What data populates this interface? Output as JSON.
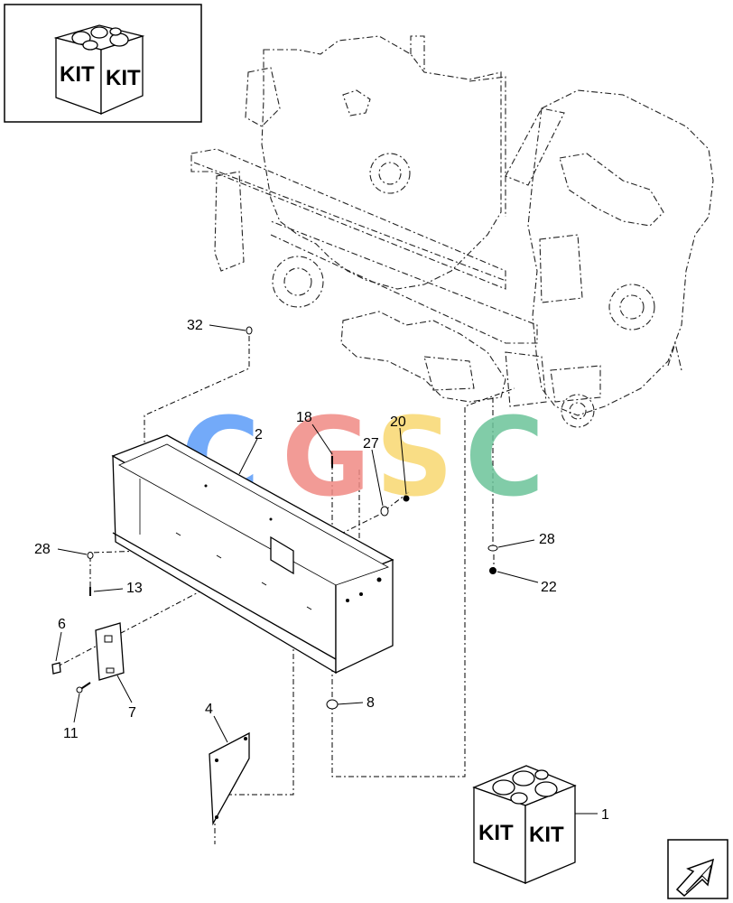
{
  "inset_kit": {
    "label_left": "KIT",
    "label_right": "KIT"
  },
  "kit_box": {
    "label_left": "KIT",
    "label_right": "KIT"
  },
  "watermark": {
    "letters": [
      "C",
      "G",
      "S",
      "C"
    ],
    "colors": [
      "#5b9cf8",
      "#f08a84",
      "#f8d870",
      "#6cc49a"
    ]
  },
  "callouts": [
    {
      "id": "32",
      "text": "32"
    },
    {
      "id": "2",
      "text": "2"
    },
    {
      "id": "18",
      "text": "18"
    },
    {
      "id": "20",
      "text": "20"
    },
    {
      "id": "27",
      "text": "27"
    },
    {
      "id": "28a",
      "text": "28"
    },
    {
      "id": "28b",
      "text": "28"
    },
    {
      "id": "22",
      "text": "22"
    },
    {
      "id": "13",
      "text": "13"
    },
    {
      "id": "6",
      "text": "6"
    },
    {
      "id": "7",
      "text": "7"
    },
    {
      "id": "11",
      "text": "11"
    },
    {
      "id": "8",
      "text": "8"
    },
    {
      "id": "4",
      "text": "4"
    },
    {
      "id": "1",
      "text": "1"
    }
  ],
  "nav_icon": "arrow-icon"
}
